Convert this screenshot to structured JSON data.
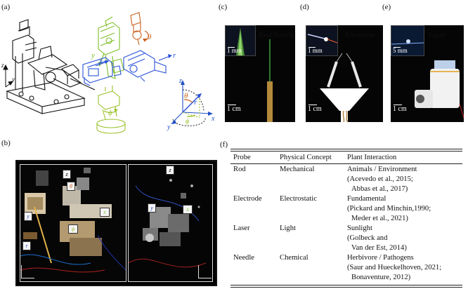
{
  "panel_labels": [
    "(a)",
    "(b)",
    "(c)",
    "(d)",
    "(e)",
    "(f)"
  ],
  "panel_a": {
    "axis_labels": {
      "z_small": "z",
      "y_small": "y",
      "y_green": "y",
      "x_blue": "x",
      "r_blue": "r",
      "theta_orange": "θ",
      "phi_green": "ϕ",
      "z_axes": "z",
      "theta_axes": "θ",
      "r_axes": "r",
      "phi_axes": "ϕ",
      "x_axes": "x",
      "y_axes": "y"
    },
    "colors": {
      "x": "#2a52d9",
      "y": "#7fbf2a",
      "theta": "#c8601c",
      "r": "#2a52d9",
      "phi": "#9bc12a",
      "axes": "#1f4fc4"
    }
  },
  "panel_b": {
    "tags": [
      "z",
      "θ",
      "y",
      "x",
      "ϕ",
      "r",
      "z",
      "y",
      "x"
    ]
  },
  "panel_c": {
    "title": "Rod/Needle",
    "inset_scale": "1 mm",
    "scale": "1 cm"
  },
  "panel_d": {
    "title": "Electrode",
    "inset_scale": "1 mm",
    "scale": "1 cm"
  },
  "panel_e": {
    "title": "Laser",
    "inset_scale": "5 mm",
    "scale": "1 cm"
  },
  "table": {
    "headers": [
      "Probe",
      "Physical Concept",
      "Plant Interaction"
    ],
    "rows": [
      {
        "probe": "Rod",
        "concept": "Mechanical",
        "lines": [
          "Animals / Environment",
          "(Acevedo et al., 2015;",
          "Abbas et al., 2017)"
        ]
      },
      {
        "probe": "Electrode",
        "concept": "Electrostatic",
        "lines": [
          "Fundamental",
          "(Pickard and Minchin,1990;",
          "Meder et al., 2021)"
        ]
      },
      {
        "probe": "Laser",
        "concept": "Light",
        "lines": [
          "Sunlight",
          "(Golbeck and",
          "Van der Est, 2014)"
        ]
      },
      {
        "probe": "Needle",
        "concept": "Chemical",
        "lines": [
          "Herbivore / Pathogens",
          "(Saur and Hueckelhoven, 2021;",
          "Bonaventure, 2012)"
        ]
      }
    ]
  }
}
